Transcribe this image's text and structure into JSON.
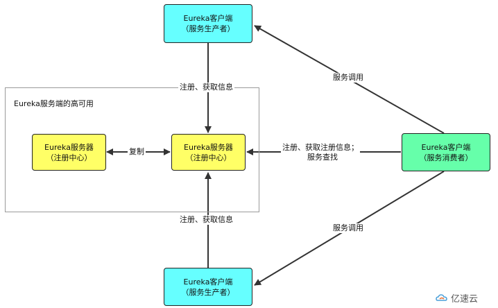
{
  "region": {
    "title": "Eureka服务端的高可用"
  },
  "nodes": {
    "provider_top": {
      "line1": "Eureka客户端",
      "line2": "（服务生产者）"
    },
    "provider_bottom": {
      "line1": "Eureka客户端",
      "line2": "（服务生产者）"
    },
    "server_left": {
      "line1": "Eureka服务器",
      "line2": "（注册中心）"
    },
    "server_main": {
      "line1": "Eureka服务器",
      "line2": "（注册中心）"
    },
    "consumer": {
      "line1": "Eureka客户端",
      "line2": "（服务消费者）"
    }
  },
  "edges": {
    "top_register": "注册、获取信息",
    "bottom_register": "注册、获取信息",
    "replicate": "复制",
    "consumer_register_line1": "注册、获取注册信息；",
    "consumer_register_line2": "服务查找",
    "invoke_top": "服务调用",
    "invoke_bottom": "服务调用"
  },
  "watermark": {
    "text": "亿速云"
  },
  "colors": {
    "provider": "#66ffff",
    "server": "#ffff66",
    "consumer": "#66ffaa",
    "line": "#333333"
  }
}
